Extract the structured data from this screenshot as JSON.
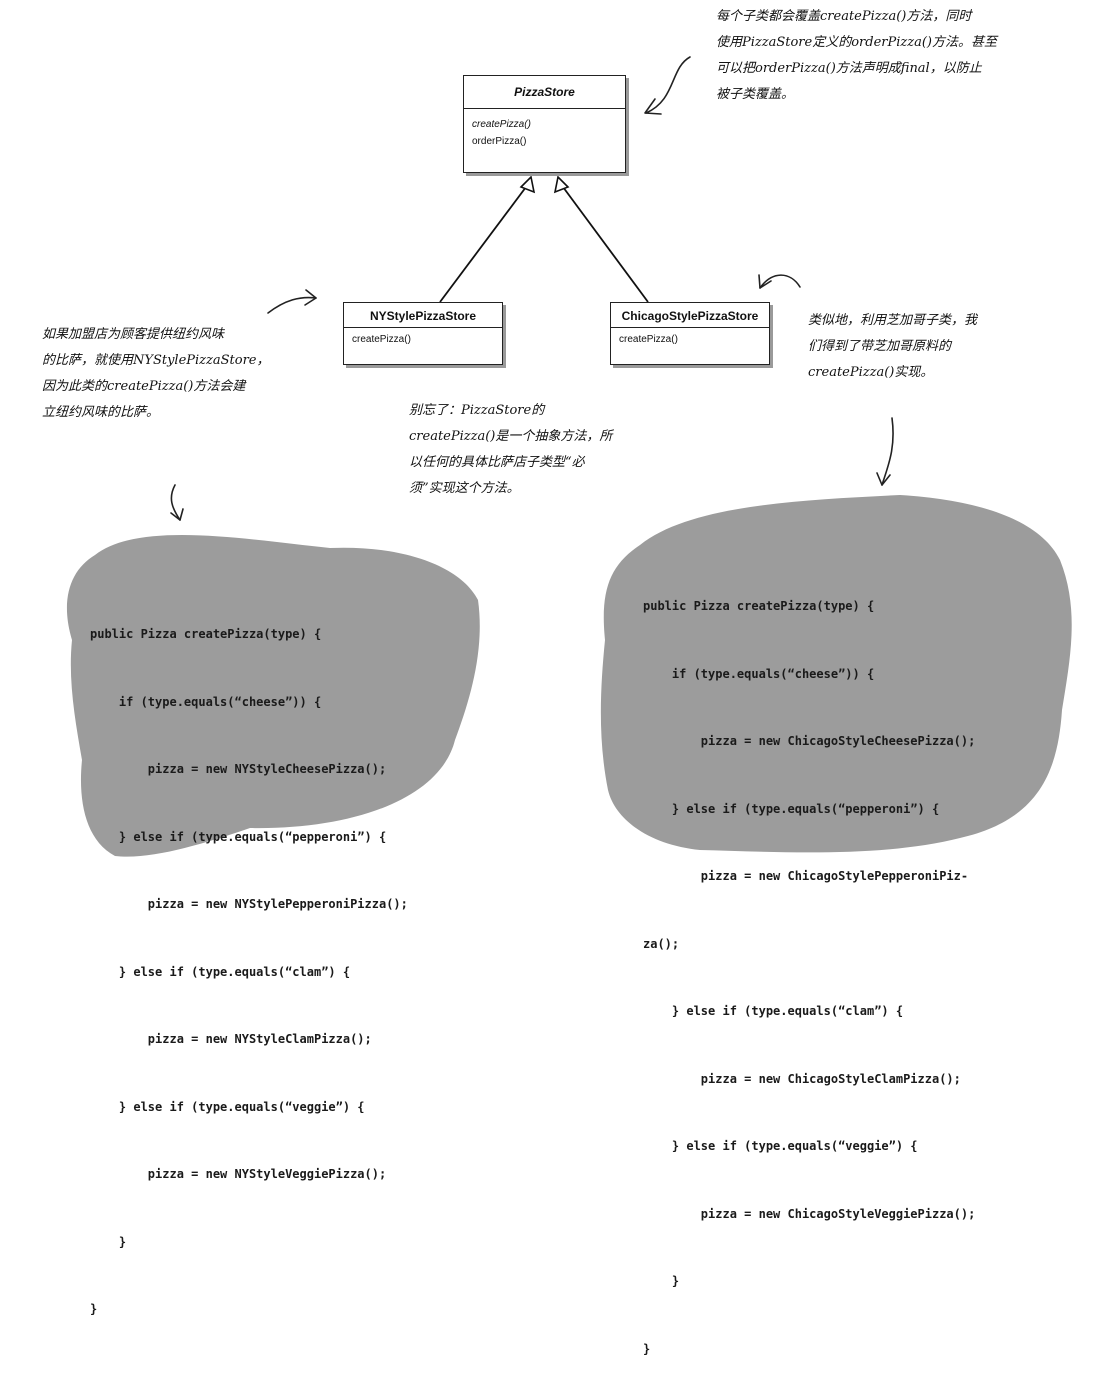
{
  "diagram": {
    "classes": {
      "pizza_store": {
        "name": "PizzaStore",
        "methods": [
          "createPizza()",
          "orderPizza()"
        ]
      },
      "ny_store": {
        "name": "NYStylePizzaStore",
        "methods": [
          "createPizza()"
        ]
      },
      "chicago_store": {
        "name": "ChicagoStylePizzaStore",
        "methods": [
          "createPizza()"
        ]
      }
    },
    "relations": [
      {
        "from": "NYStylePizzaStore",
        "to": "PizzaStore",
        "type": "inheritance"
      },
      {
        "from": "ChicagoStylePizzaStore",
        "to": "PizzaStore",
        "type": "inheritance"
      }
    ]
  },
  "notes": {
    "top": [
      "每个子类都会覆盖createPizza()方法，同时",
      "使用PizzaStore定义的orderPizza()方法。甚至",
      "可以把orderPizza()方法声明成final，以防止",
      "被子类覆盖。"
    ],
    "left": [
      "如果加盟店为顾客提供纽约风味",
      "的比萨，就使用NYStylePizzaStore，",
      "因为此类的createPizza()方法会建",
      "立纽约风味的比萨。"
    ],
    "center": [
      "别忘了：PizzaStore的",
      "createPizza()是一个抽象方法，所",
      "以任何的具体比萨店子类型“必",
      "须”实现这个方法。"
    ],
    "right": [
      "类似地，利用芝加哥子类，我",
      "们得到了带芝加哥原料的",
      "createPizza()实现。"
    ]
  },
  "code": {
    "ny": [
      "public Pizza createPizza(type) {",
      "    if (type.equals(“cheese”)) {",
      "        pizza = new NYStyleCheesePizza();",
      "    } else if (type.equals(“pepperoni”) {",
      "        pizza = new NYStylePepperoniPizza();",
      "    } else if (type.equals(“clam”) {",
      "        pizza = new NYStyleClamPizza();",
      "    } else if (type.equals(“veggie”) {",
      "        pizza = new NYStyleVeggiePizza();",
      "    }",
      "}"
    ],
    "chicago": [
      "public Pizza createPizza(type) {",
      "    if (type.equals(“cheese”)) {",
      "        pizza = new ChicagoStyleCheesePizza();",
      "    } else if (type.equals(“pepperoni”) {",
      "        pizza = new ChicagoStylePepperoniPiz-",
      "za();",
      "    } else if (type.equals(“clam”) {",
      "        pizza = new ChicagoStyleClamPizza();",
      "    } else if (type.equals(“veggie”) {",
      "        pizza = new ChicagoStyleVeggiePizza();",
      "    }",
      "}"
    ]
  },
  "colors": {
    "blob": "#9c9c9c",
    "ink": "#111111",
    "shadow": "#9a9a9a"
  }
}
